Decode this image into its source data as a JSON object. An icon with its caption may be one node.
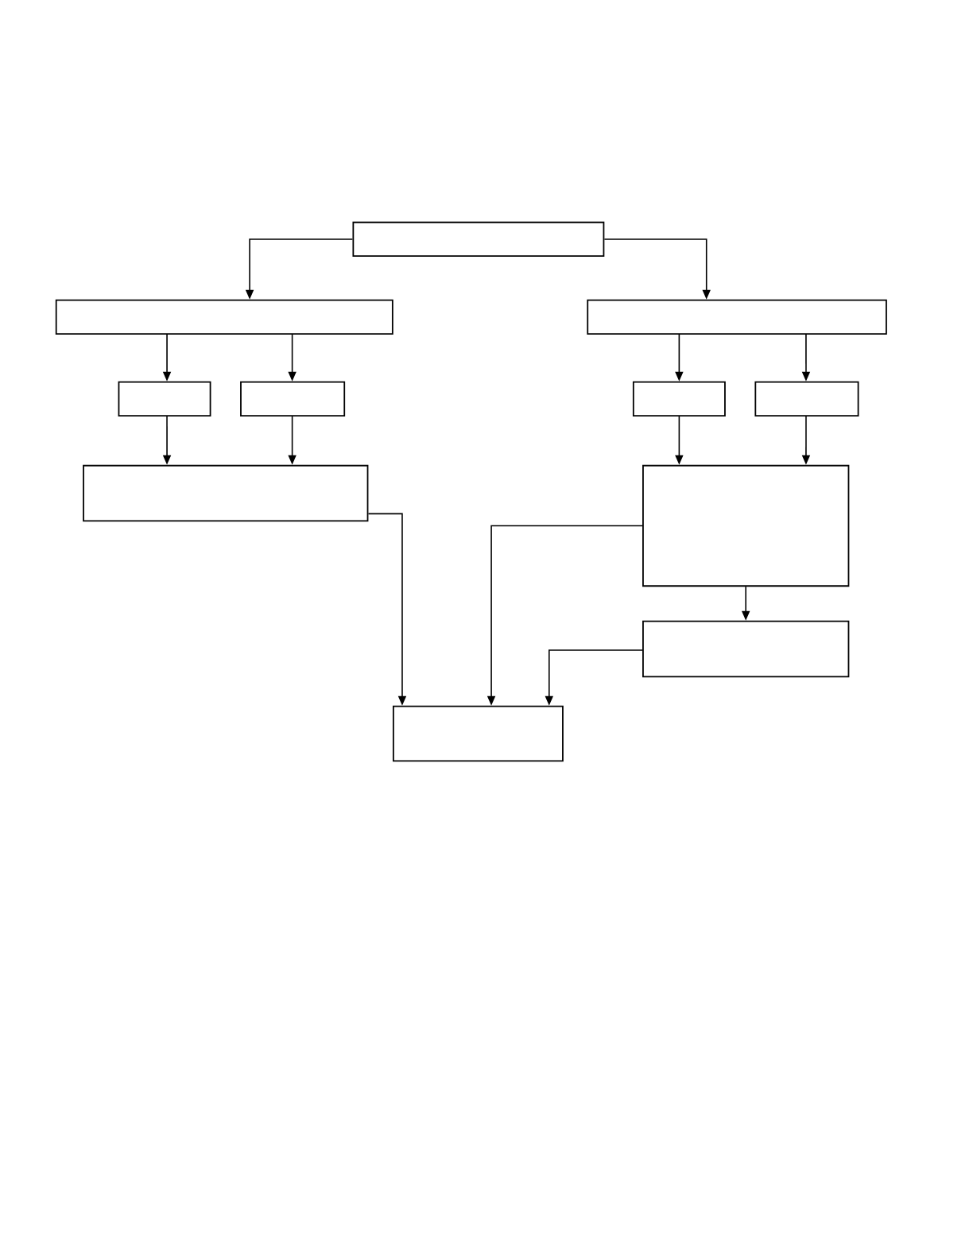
{
  "diagram": {
    "nodes": [
      {
        "text": [],
        "shape": "box"
      },
      {
        "text": [],
        "shape": "box"
      },
      {
        "text": [],
        "shape": "box"
      },
      {
        "text": [],
        "shape": "box"
      },
      {
        "text": [],
        "shape": "box"
      },
      {
        "text": [],
        "shape": "box"
      },
      {
        "text": [],
        "shape": "box"
      },
      {
        "text": [],
        "shape": "box"
      },
      {
        "text": [],
        "shape": "box"
      },
      {
        "text": [],
        "shape": "box"
      },
      {
        "text": [],
        "shape": "box"
      }
    ],
    "edges": [
      {
        "from": 0,
        "to": 1,
        "arrow": "to"
      },
      {
        "from": 0,
        "to": 2,
        "arrow": "to"
      },
      {
        "from": 1,
        "to": 3,
        "arrow": "to"
      },
      {
        "from": 1,
        "to": 4,
        "arrow": "to"
      },
      {
        "from": 2,
        "to": 5,
        "arrow": "to"
      },
      {
        "from": 2,
        "to": 6,
        "arrow": "to"
      },
      {
        "from": 3,
        "to": 7,
        "arrow": "to"
      },
      {
        "from": 4,
        "to": 7,
        "arrow": "to"
      },
      {
        "from": 5,
        "to": 8,
        "arrow": "to"
      },
      {
        "from": 6,
        "to": 8,
        "arrow": "to"
      },
      {
        "from": 7,
        "to": 10,
        "arrow": "to"
      },
      {
        "from": 8,
        "to": 10,
        "arrow": "to"
      },
      {
        "from": 8,
        "to": 9,
        "arrow": "to"
      },
      {
        "from": 9,
        "to": 10,
        "arrow": "to"
      }
    ]
  }
}
